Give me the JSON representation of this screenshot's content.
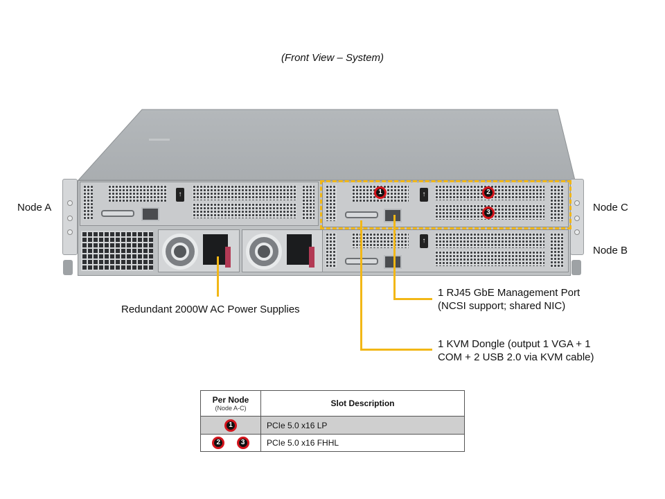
{
  "title": "(Front View – System)",
  "nodes": {
    "a": "Node A",
    "b": "Node B",
    "c": "Node C"
  },
  "callouts": {
    "psu": "Redundant 2000W AC Power Supplies",
    "rj45_line1": "1 RJ45 GbE Management Port",
    "rj45_line2": "(NCSI support; shared NIC)",
    "kvm_line1": "1 KVM Dongle (output 1 VGA + 1",
    "kvm_line2": "COM + 2 USB 2.0 via KVM cable)"
  },
  "slot_badges": [
    "1",
    "2",
    "3"
  ],
  "colors": {
    "callout_line": "#f2b716",
    "badge_ring": "#d4141c",
    "badge_fill": "#111111",
    "highlight_row": "#cfcfcf"
  },
  "table": {
    "header_col1": "Per Node",
    "header_col1_sub": "(Node A-C)",
    "header_col2": "Slot Description",
    "rows": [
      {
        "badges": [
          "1"
        ],
        "description": "PCIe 5.0 x16 LP"
      },
      {
        "badges": [
          "2",
          "3"
        ],
        "description": "PCIe 5.0 x16 FHHL"
      }
    ]
  }
}
